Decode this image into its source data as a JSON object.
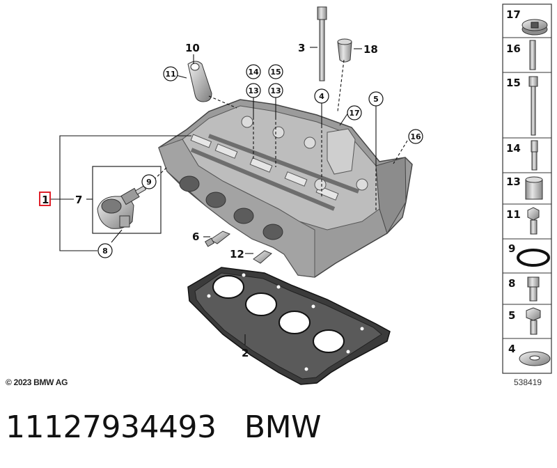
{
  "diagram": {
    "callouts": {
      "c1": "1",
      "c2": "2",
      "c3": "3",
      "c4": "4",
      "c5": "5",
      "c6": "6",
      "c7": "7",
      "c8": "8",
      "c9": "9",
      "c10": "10",
      "c11": "11",
      "c12": "12",
      "c13a": "13",
      "c13b": "13",
      "c14": "14",
      "c15": "15",
      "c16": "16",
      "c17": "17",
      "c18": "18"
    },
    "highlight_color": "#e0202a",
    "sidebar": [
      {
        "number": "17",
        "part": "screw-plug"
      },
      {
        "number": "16",
        "part": "stud-bolt"
      },
      {
        "number": "15",
        "part": "long-bolt"
      },
      {
        "number": "14",
        "part": "dowel-stud"
      },
      {
        "number": "13",
        "part": "sleeve"
      },
      {
        "number": "11",
        "part": "hex-flange-bolt"
      },
      {
        "number": "9",
        "part": "o-ring"
      },
      {
        "number": "8",
        "part": "socket-head-screw"
      },
      {
        "number": "5",
        "part": "hex-bolt"
      },
      {
        "number": "4",
        "part": "washer"
      }
    ]
  },
  "footer": {
    "copyright": "© 2023 BMW AG",
    "reference": "538419"
  },
  "caption": {
    "part_number": "11127934493",
    "brand": "BMW"
  }
}
